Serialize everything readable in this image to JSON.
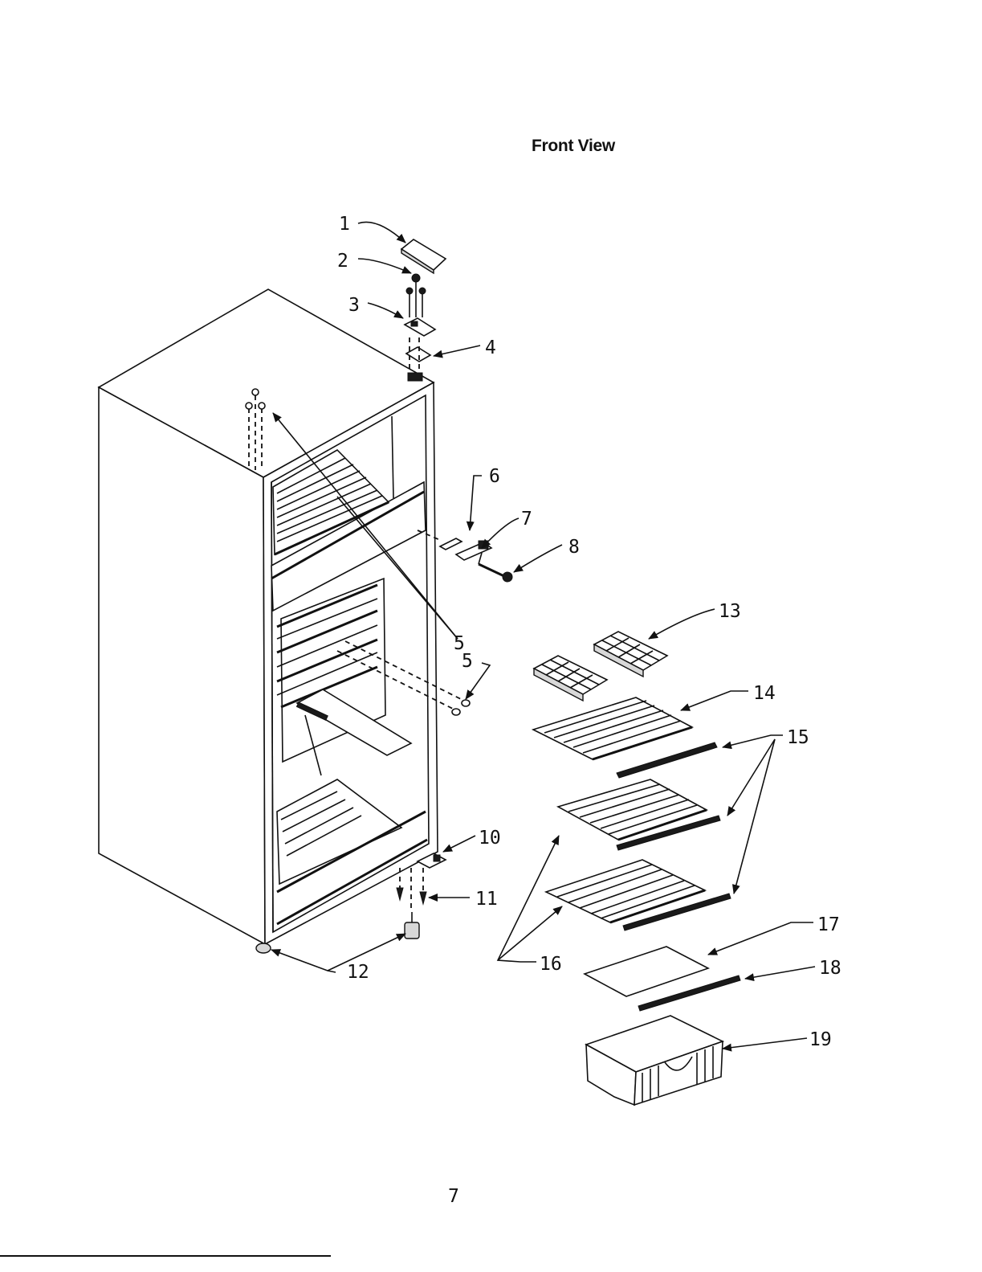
{
  "header": {
    "title": "Front View"
  },
  "footer": {
    "page_number": "7"
  },
  "callouts": [
    {
      "id": "1",
      "text": "1"
    },
    {
      "id": "2",
      "text": "2"
    },
    {
      "id": "3",
      "text": "3"
    },
    {
      "id": "4",
      "text": "4"
    },
    {
      "id": "5a",
      "text": "5"
    },
    {
      "id": "5b",
      "text": "5"
    },
    {
      "id": "6",
      "text": "6"
    },
    {
      "id": "7",
      "text": "7"
    },
    {
      "id": "8",
      "text": "8"
    },
    {
      "id": "10",
      "text": "10"
    },
    {
      "id": "11",
      "text": "11"
    },
    {
      "id": "12",
      "text": "12"
    },
    {
      "id": "13",
      "text": "13"
    },
    {
      "id": "14",
      "text": "14"
    },
    {
      "id": "15",
      "text": "15"
    },
    {
      "id": "16",
      "text": "16"
    },
    {
      "id": "17",
      "text": "17"
    },
    {
      "id": "18",
      "text": "18"
    },
    {
      "id": "19",
      "text": "19"
    }
  ]
}
